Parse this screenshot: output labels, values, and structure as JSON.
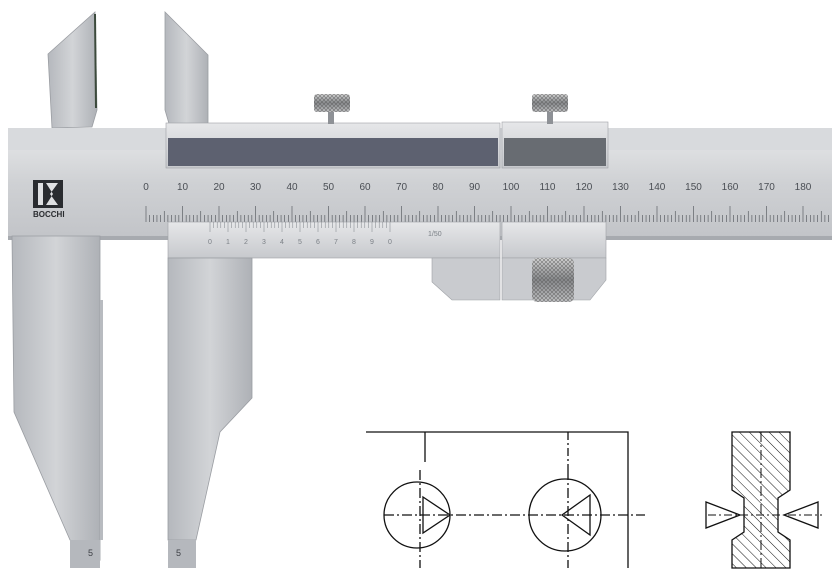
{
  "brand": {
    "logo_text": "BOCCHI"
  },
  "main_scale": {
    "labels": [
      "0",
      "10",
      "20",
      "30",
      "40",
      "50",
      "60",
      "70",
      "80",
      "90",
      "100",
      "110",
      "120",
      "130",
      "140",
      "150",
      "160",
      "170",
      "180"
    ]
  },
  "vernier": {
    "labels": [
      "0",
      "1",
      "2",
      "3",
      "4",
      "5",
      "6",
      "7",
      "8",
      "9",
      "0"
    ],
    "resolution": "1/50"
  },
  "jaw_stamps": {
    "fixed_jaw": "5",
    "moving_jaw": "5"
  },
  "colors": {
    "steel_light": "#d9dbde",
    "steel_mid": "#b9bcc1",
    "steel_dark": "#8e9298",
    "gib_strip": "#5d6170",
    "drawing_ink": "#111111"
  },
  "icons": [
    "knurled-screw-icon",
    "knurled-thumbwheel-icon",
    "bocchi-logo-icon"
  ]
}
